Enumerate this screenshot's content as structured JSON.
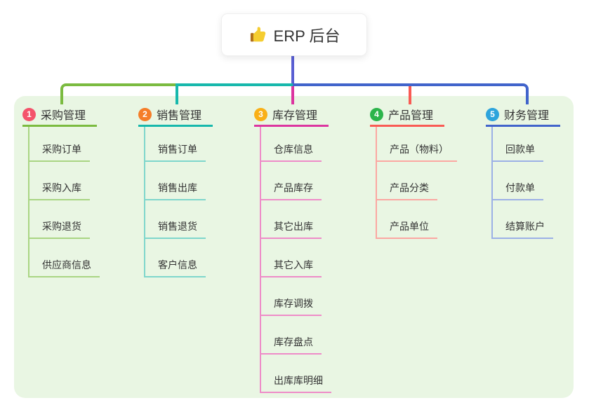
{
  "canvas": {
    "background": "#ffffff",
    "panel_background": "#e9f6e3",
    "text_color": "#333333"
  },
  "root": {
    "label": "ERP 后台",
    "icon": "thumbs-up-icon",
    "connector_color": "#5a5fd3"
  },
  "branches": [
    {
      "number": "1",
      "title": "采购管理",
      "badge_color": "#f4536b",
      "line_color": "#7bbb40",
      "child_line_color": "#a9d583",
      "children": [
        "采购订单",
        "采购入库",
        "采购退货",
        "供应商信息"
      ]
    },
    {
      "number": "2",
      "title": "销售管理",
      "badge_color": "#f57d28",
      "line_color": "#17b8ac",
      "child_line_color": "#7fd6cc",
      "children": [
        "销售订单",
        "销售出库",
        "销售退货",
        "客户信息"
      ]
    },
    {
      "number": "3",
      "title": "库存管理",
      "badge_color": "#f9b017",
      "line_color": "#dc35a0",
      "child_line_color": "#ee8cc8",
      "children": [
        "仓库信息",
        "产品库存",
        "其它出库",
        "其它入库",
        "库存调拨",
        "库存盘点",
        "出库库明细"
      ]
    },
    {
      "number": "4",
      "title": "产品管理",
      "badge_color": "#2cb44b",
      "line_color": "#f95b54",
      "child_line_color": "#fba7a2",
      "children": [
        "产品（物料）",
        "产品分类",
        "产品单位"
      ]
    },
    {
      "number": "5",
      "title": "财务管理",
      "badge_color": "#2da4dc",
      "line_color": "#4164cb",
      "child_line_color": "#9cb0e6",
      "children": [
        "回款单",
        "付款单",
        "结算账户"
      ]
    }
  ]
}
